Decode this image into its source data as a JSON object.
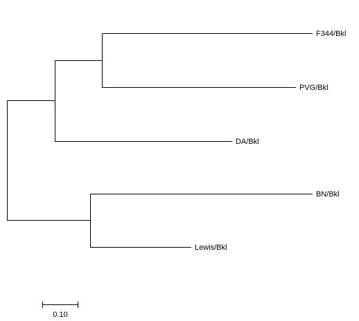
{
  "tree": {
    "taxa": [
      {
        "id": "f344",
        "label": "F344/Bkl"
      },
      {
        "id": "pvg",
        "label": "PVG/Bkl"
      },
      {
        "id": "da",
        "label": "DA/Bkl"
      },
      {
        "id": "bn",
        "label": "BN/Bkl"
      },
      {
        "id": "lewis",
        "label": "Lewis/Bkl"
      }
    ]
  },
  "scale_bar": {
    "label": "0.10"
  },
  "colors": {
    "line": "#000000",
    "background": "#ffffff"
  }
}
